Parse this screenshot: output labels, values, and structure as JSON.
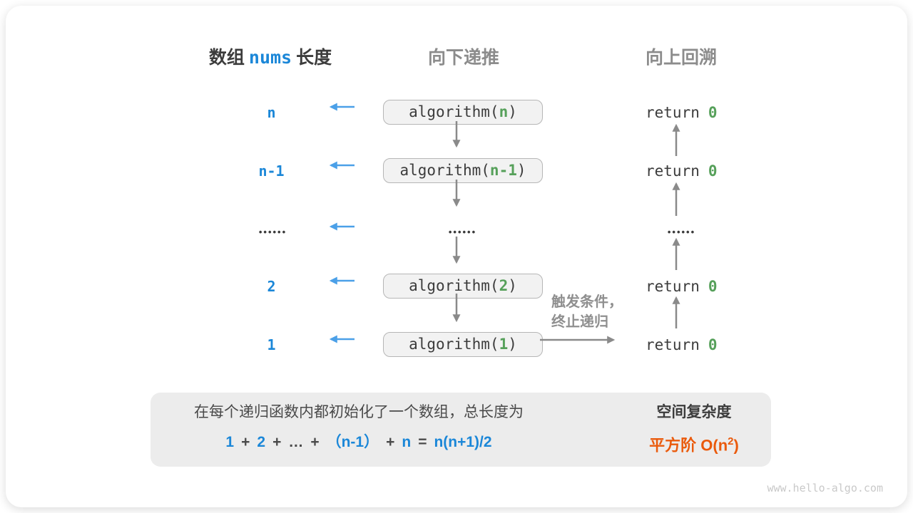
{
  "headers": {
    "array_label_prefix": "数组",
    "array_label_code": "nums",
    "array_label_suffix": "长度",
    "recurse_down": "向下递推",
    "backtrack_up": "向上回溯"
  },
  "left_column": {
    "labels": [
      "n",
      "n-1",
      "••••••",
      "2",
      "1"
    ]
  },
  "call_stack": {
    "boxes": [
      {
        "prefix": "algorithm(",
        "arg": "n",
        "suffix": ")"
      },
      {
        "prefix": "algorithm(",
        "arg": "n-1",
        "suffix": ")"
      },
      {
        "prefix": "algorithm(",
        "arg": "2",
        "suffix": ")"
      },
      {
        "prefix": "algorithm(",
        "arg": "1",
        "suffix": ")"
      }
    ],
    "dots": "••••••"
  },
  "returns": {
    "keyword": "return",
    "value": "0",
    "dots": "••••••"
  },
  "trigger_note": {
    "line1": "触发条件，",
    "line2": "终止递归"
  },
  "summary": {
    "description": "在每个递归函数内都初始化了一个数组，总长度为",
    "formula": [
      {
        "text": "1",
        "style": "blue"
      },
      {
        "text": "+",
        "style": "dark"
      },
      {
        "text": "2",
        "style": "blue"
      },
      {
        "text": "+",
        "style": "dark"
      },
      {
        "text": "…",
        "style": "dark"
      },
      {
        "text": "+",
        "style": "dark"
      },
      {
        "text": "（n-1）",
        "style": "blue"
      },
      {
        "text": "+",
        "style": "dark"
      },
      {
        "text": "n",
        "style": "blue"
      },
      {
        "text": "=",
        "style": "dark"
      },
      {
        "text": "n(n+1)/2",
        "style": "blue"
      }
    ],
    "complexity_title": "空间复杂度",
    "complexity_prefix": "平方阶 O(n",
    "complexity_sup": "2",
    "complexity_suffix": ")"
  },
  "watermark": "www.hello-algo.com",
  "colors": {
    "blue": "#1b87d8",
    "light_blue_arrow": "#4ba0e8",
    "green": "#56a05a",
    "orange": "#ea5a0c",
    "gray_arrow": "#8a8a8a",
    "gray_text": "#8c8c8c",
    "dark_text": "#3c3c3c",
    "panel_bg": "#ececec"
  }
}
